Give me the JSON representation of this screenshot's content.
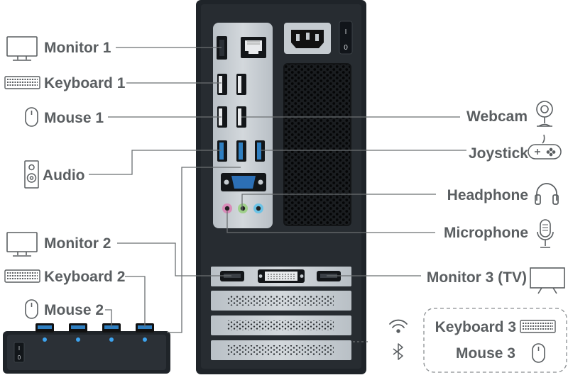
{
  "labels": {
    "monitor1": "Monitor 1",
    "keyboard1": "Keyboard 1",
    "mouse1": "Mouse 1",
    "audio": "Audio",
    "monitor2": "Monitor 2",
    "keyboard2": "Keyboard 2",
    "mouse2": "Mouse 2",
    "webcam": "Webcam",
    "joystick": "Joystick",
    "headphone": "Headphone",
    "microphone": "Microphone",
    "monitor3": "Monitor 3 (TV)",
    "keyboard3": "Keyboard 3",
    "mouse3": "Mouse 3"
  },
  "power_switch": {
    "off_mark": "0",
    "on_mark": "I"
  },
  "colors": {
    "case": "#1f2429",
    "io_plate": "#c5cbd0",
    "label_text": "#5a5e61",
    "connector_line": "#6b6f72",
    "usb3_port": "#2f7fc1",
    "usb_led": "#3da4f0",
    "vga_port": "#2c6fb5",
    "mic_jack": "#d98bb8",
    "line_out_jack": "#9fd08a",
    "line_in_jack": "#6cc3e6"
  },
  "icons": [
    "monitor-icon",
    "keyboard-icon",
    "mouse-icon",
    "speaker-icon",
    "webcam-icon",
    "gamepad-icon",
    "headphone-icon",
    "microphone-icon",
    "tv-icon",
    "wifi-icon",
    "bluetooth-icon"
  ]
}
